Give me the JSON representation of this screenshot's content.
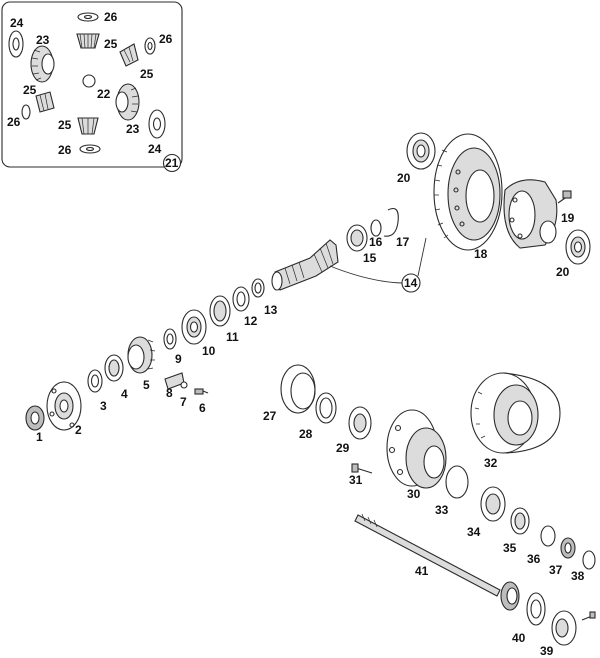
{
  "diagram": {
    "labels": {
      "n1": "1",
      "n2": "2",
      "n3": "3",
      "n4": "4",
      "n5": "5",
      "n6": "6",
      "n7": "7",
      "n8": "8",
      "n9": "9",
      "n10": "10",
      "n11": "11",
      "n12": "12",
      "n13": "13",
      "n14": "14",
      "n15": "15",
      "n16": "16",
      "n17": "17",
      "n18": "18",
      "n19": "19",
      "n20a": "20",
      "n20b": "20",
      "n21": "21",
      "n22": "22",
      "n23a": "23",
      "n23b": "23",
      "n24a": "24",
      "n24b": "24",
      "n25a": "25",
      "n25b": "25",
      "n25c": "25",
      "n25d": "25",
      "n26a": "26",
      "n26b": "26",
      "n26c": "26",
      "n26d": "26",
      "n27": "27",
      "n28": "28",
      "n29": "29",
      "n30": "30",
      "n31": "31",
      "n32": "32",
      "n33": "33",
      "n34": "34",
      "n35": "35",
      "n36": "36",
      "n37": "37",
      "n38": "38",
      "n39": "39",
      "n40": "40",
      "n41": "41"
    }
  }
}
